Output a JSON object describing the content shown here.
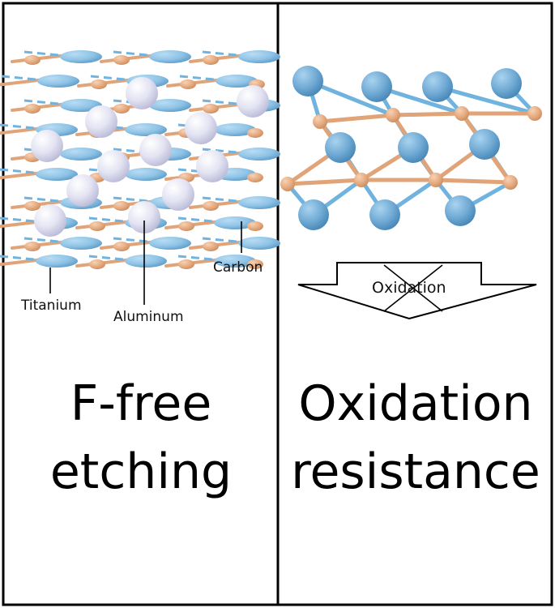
{
  "left_panel": {
    "labels": {
      "titanium": "Titanium",
      "aluminum": "Aluminum",
      "carbon": "Carbon"
    },
    "caption_line1": "F-free",
    "caption_line2": "etching"
  },
  "right_panel": {
    "arrow_label": "Oxidation",
    "caption_line1": "Oxidation",
    "caption_line2": "resistance"
  },
  "colors": {
    "titanium": "#8ec3e6",
    "aluminum": "#dcdcf0",
    "carbon": "#e8b48c",
    "bond_blue": "#6fb3de",
    "bond_orange": "#e0a478",
    "border": "#000000"
  }
}
